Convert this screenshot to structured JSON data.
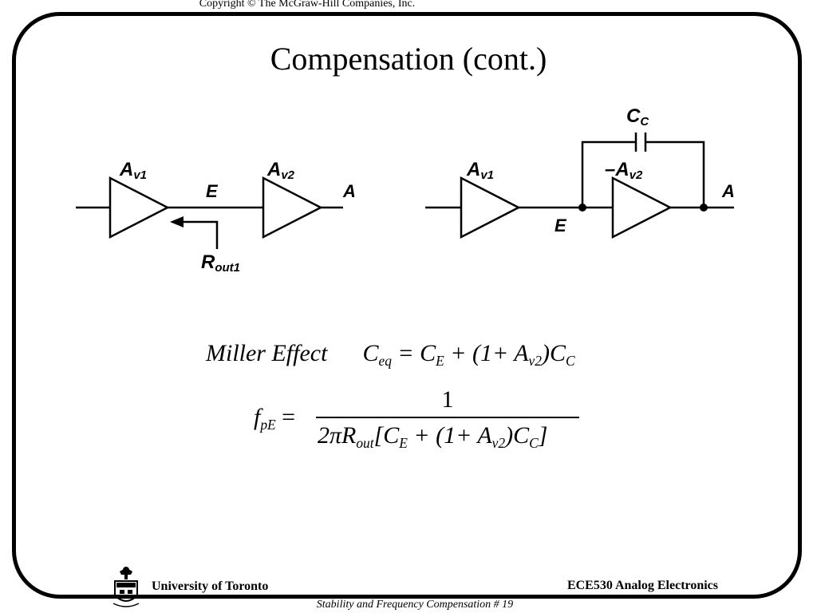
{
  "copyright": "Copyright © The McGraw-Hill Companies, Inc.",
  "title": "Compensation (cont.)",
  "left_circuit": {
    "amp1_label": "A",
    "amp1_sub": "v1",
    "node_label": "E",
    "amp2_label": "A",
    "amp2_sub": "v2",
    "output_label": "A",
    "rout_label": "R",
    "rout_sub": "out1"
  },
  "right_circuit": {
    "cap_label": "C",
    "cap_sub": "C",
    "amp1_label": "A",
    "amp1_sub": "v1",
    "amp2_label": "–A",
    "amp2_sub": "v2",
    "node_label": "E",
    "output_label": "A"
  },
  "equations": {
    "miller_label": "Miller  Effect",
    "ceq_lhs": "C",
    "ceq_lhs_sub": "eq",
    "ceq_rhs_1": " = C",
    "ceq_rhs_1_sub": "E",
    "ceq_rhs_2": " + (1+ A",
    "ceq_rhs_2_sub": "v2",
    "ceq_rhs_3": ")C",
    "ceq_rhs_3_sub": "C",
    "fpe_lhs": "f",
    "fpe_lhs_sub": "pE",
    "fpe_eq": " =",
    "fpe_num": "1",
    "fpe_den_1": "2πR",
    "fpe_den_1_sub": "out",
    "fpe_den_2": "[C",
    "fpe_den_2_sub": "E",
    "fpe_den_3": " + (1+ A",
    "fpe_den_3_sub": "v2",
    "fpe_den_4": ")C",
    "fpe_den_4_sub": "C",
    "fpe_den_5": "]"
  },
  "footer": {
    "university": "University of Toronto",
    "course": "ECE530 Analog Electronics",
    "subtitle": "Stability and Frequency Compensation # 19"
  }
}
